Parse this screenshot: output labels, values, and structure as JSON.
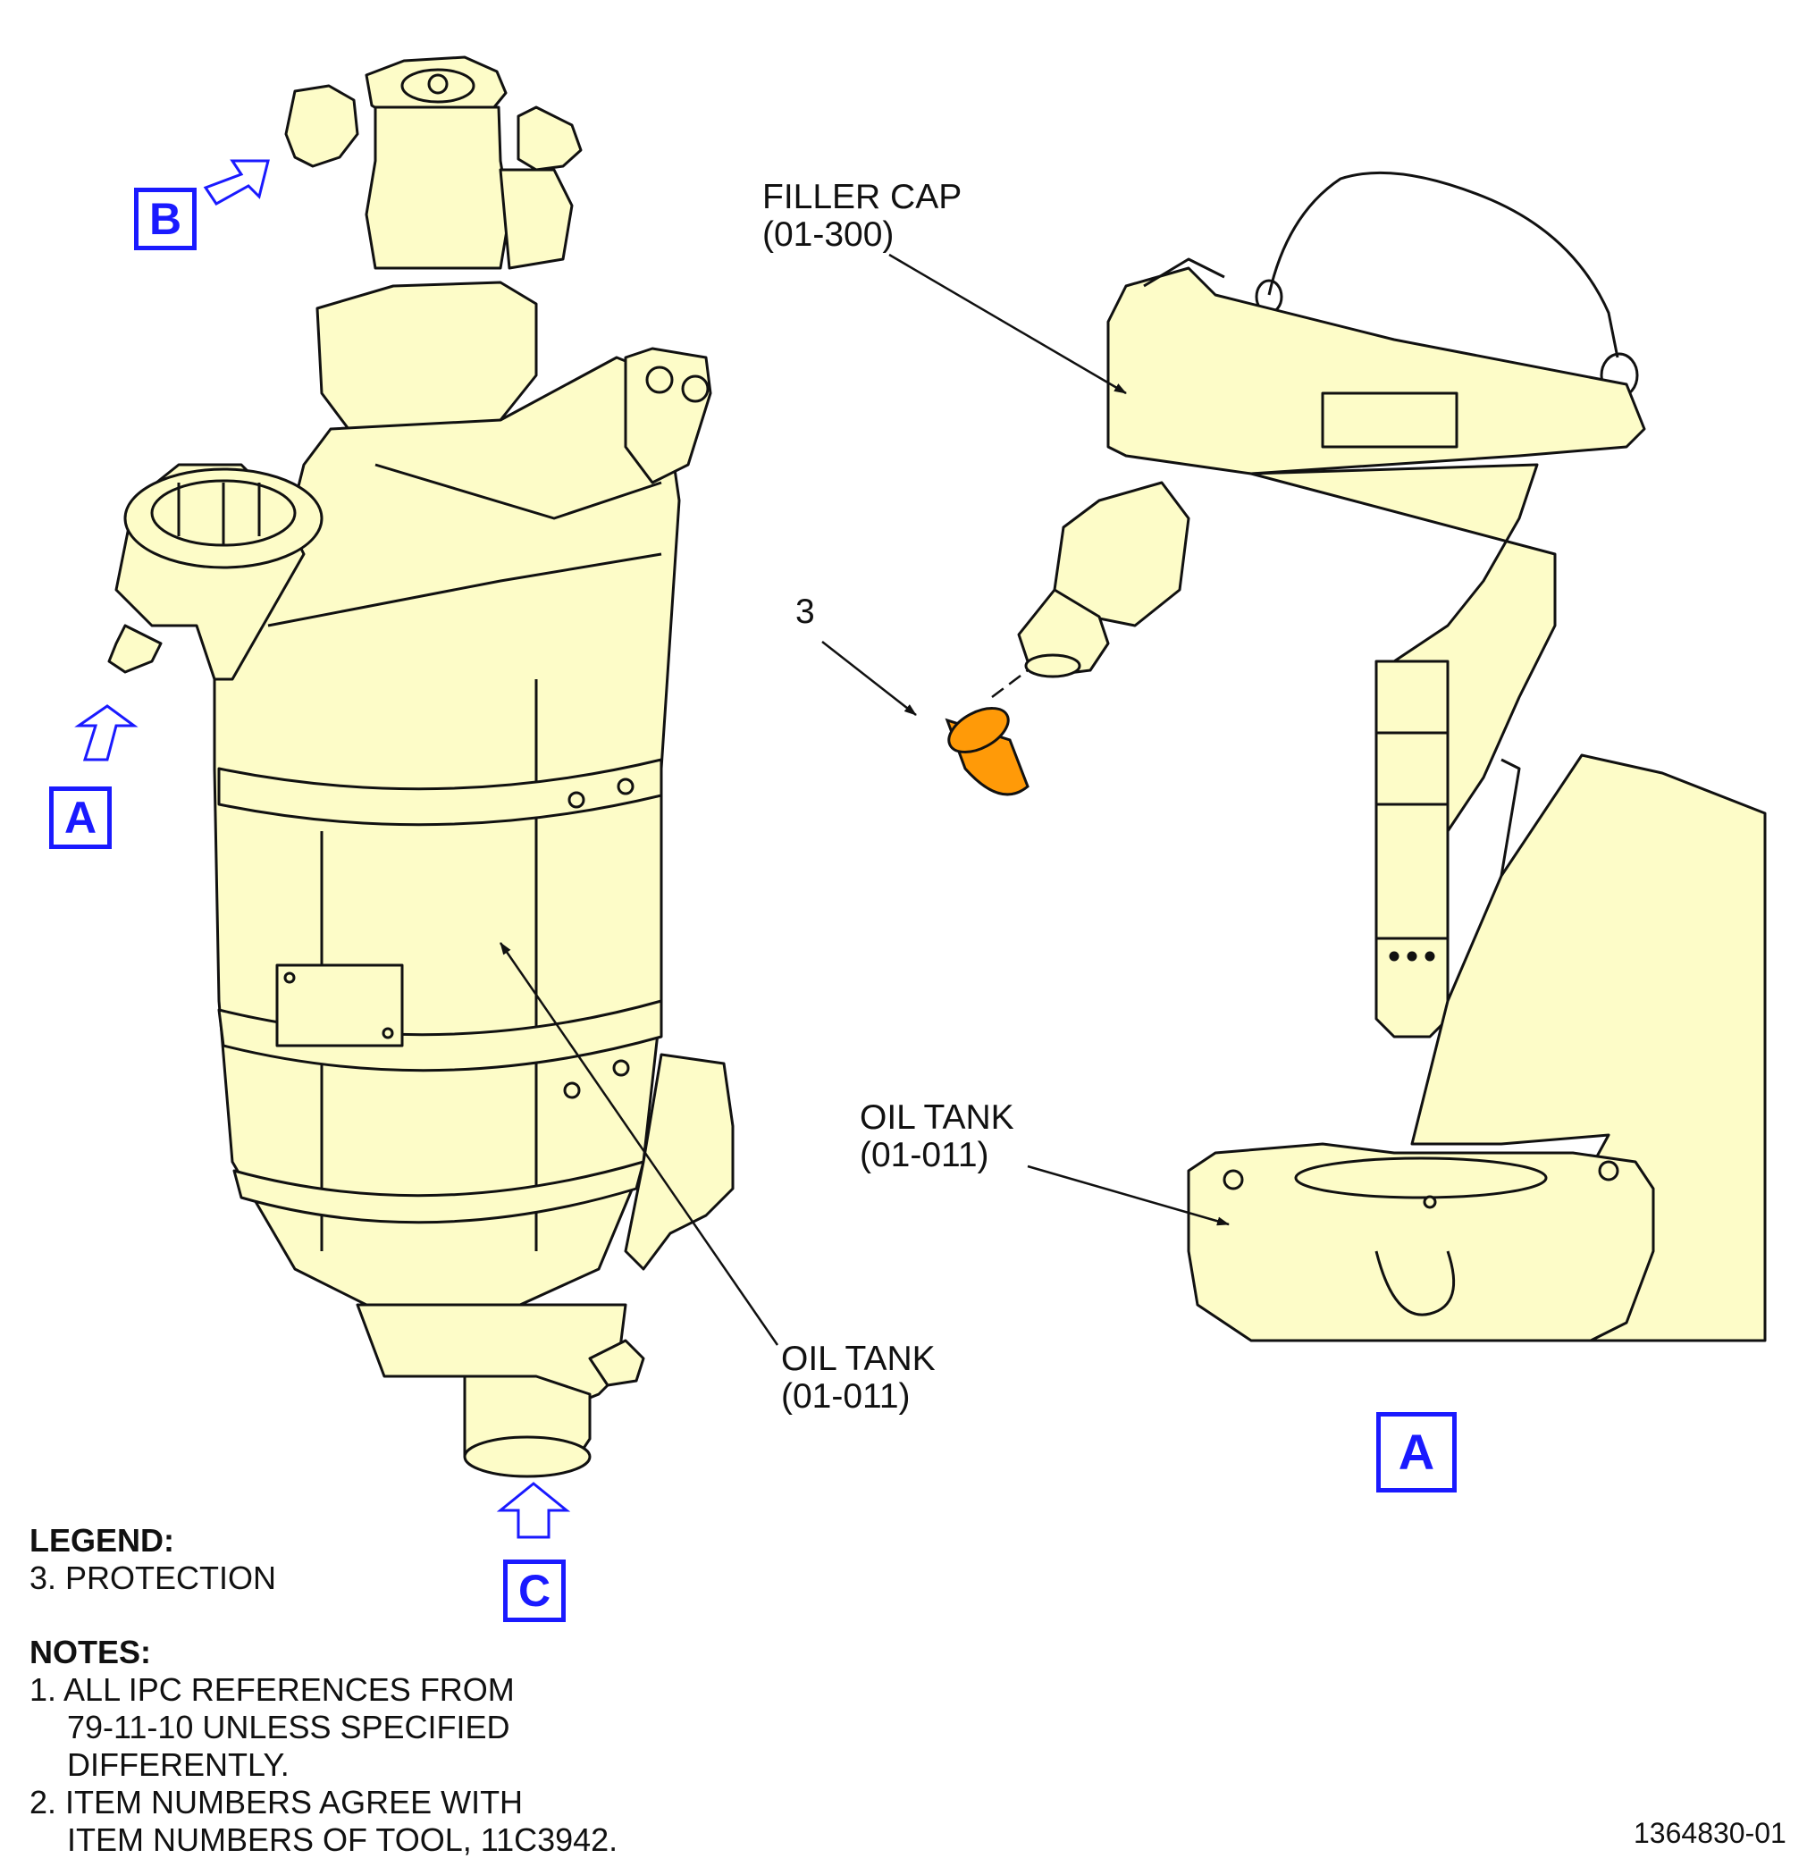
{
  "callouts": {
    "filler_cap": [
      "FILLER CAP",
      "(01-300)"
    ],
    "oil_tank_right": [
      "OIL TANK",
      "(01-011)"
    ],
    "oil_tank_left": [
      "OIL TANK",
      "(01-011)"
    ],
    "item_3": "3"
  },
  "views": {
    "view_b": "B",
    "view_a_left": "A",
    "view_c": "C",
    "view_a_detail": "A"
  },
  "legend": {
    "title": "LEGEND:",
    "items": [
      "3. PROTECTION"
    ]
  },
  "notes": {
    "title": "NOTES:",
    "lines": [
      "1. ALL IPC REFERENCES FROM",
      "79-11-10 UNLESS SPECIFIED",
      "DIFFERENTLY.",
      "2. ITEM NUMBERS AGREE WITH",
      "ITEM NUMBERS OF TOOL, 11C3942."
    ]
  },
  "figure_number": "1364830-01",
  "colors": {
    "part_fill": "#fdfcc8",
    "protection_fill": "#ff9a08",
    "view_label": "#1a1aff",
    "line": "#111111"
  }
}
